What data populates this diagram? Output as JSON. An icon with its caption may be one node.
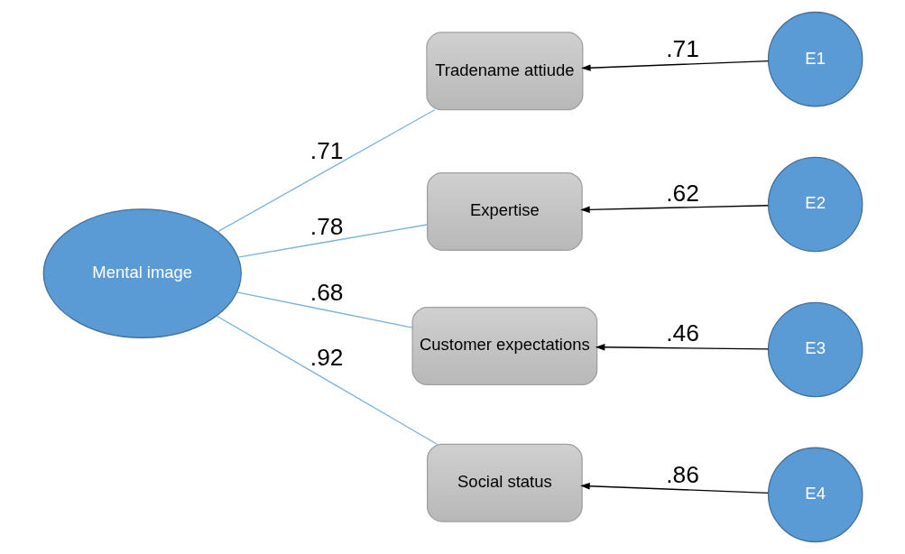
{
  "diagram": {
    "nodes": [
      {
        "text": [
          "Mental image"
        ]
      },
      {
        "text": [
          "Tradename attiude"
        ]
      },
      {
        "text": [
          "Expertise"
        ]
      },
      {
        "text": [
          "Customer expectations"
        ]
      },
      {
        "text": [
          "Social status"
        ]
      },
      {
        "text": [
          "E1"
        ]
      },
      {
        "text": [
          "E2"
        ]
      },
      {
        "text": [
          "E3"
        ]
      },
      {
        "text": [
          "E4"
        ]
      }
    ],
    "edges": [
      {
        "from": 0,
        "to": 1,
        "arrow": "none",
        "label": ".71",
        "color": "#7fb3d8"
      },
      {
        "from": 0,
        "to": 2,
        "arrow": "none",
        "label": ".78",
        "color": "#7fb3d8"
      },
      {
        "from": 0,
        "to": 3,
        "arrow": "none",
        "label": ".68",
        "color": "#7fb3d8"
      },
      {
        "from": 0,
        "to": 4,
        "arrow": "none",
        "label": ".92",
        "color": "#7fb3d8"
      },
      {
        "from": 5,
        "to": 1,
        "arrow": "to",
        "label": ".71",
        "color": "#000000"
      },
      {
        "from": 6,
        "to": 2,
        "arrow": "to",
        "label": ".62",
        "color": "#000000"
      },
      {
        "from": 7,
        "to": 3,
        "arrow": "to",
        "label": ".46",
        "color": "#000000"
      },
      {
        "from": 8,
        "to": 4,
        "arrow": "to",
        "label": ".86",
        "color": "#000000"
      }
    ]
  }
}
